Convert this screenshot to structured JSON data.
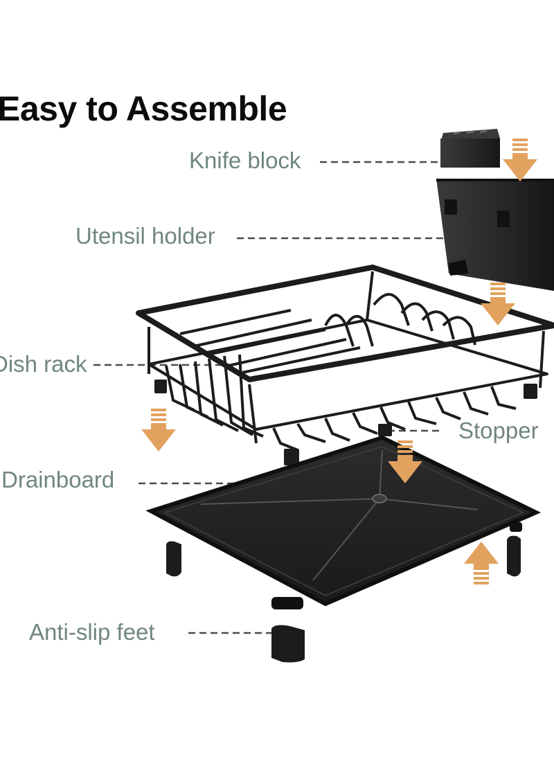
{
  "title": "Easy to Assemble",
  "labels": {
    "knife_block": "Knife block",
    "utensil_holder": "Utensil holder",
    "dish_rack": "Dish rack",
    "stopper": "Stopper",
    "drainboard": "Drainboard",
    "anti_slip_feet": "Anti-slip feet"
  },
  "colors": {
    "title": "#0c0c0c",
    "label": "#6f8582",
    "arrow": "#e2a25f",
    "product": "#1c1c1c"
  }
}
